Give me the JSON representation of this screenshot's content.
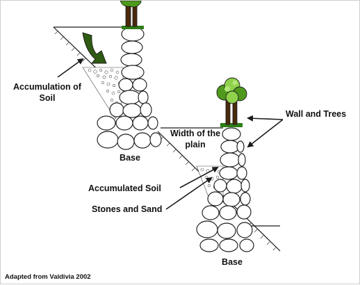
{
  "labels": {
    "accumulation_of_soil": "Accumulation of\nSoil",
    "base_upper": "Base",
    "width_of_plain": "Width of the\nplain",
    "wall_and_trees": "Wall and Trees",
    "accumulated_soil": "Accumulated Soil",
    "stones_and_sand": "Stones and Sand",
    "base_lower": "Base",
    "credit": "Adapted from Valdivia 2002"
  },
  "colors": {
    "arrow_fill": "#2f5a12",
    "tree_leaf_light": "#8fd14a",
    "tree_leaf_mid": "#4f9a1c",
    "tree_leaf_dark": "#2f6b12",
    "tree_trunk": "#4a2a0c",
    "grass": "#2e7d16",
    "line": "#1a1a1a"
  },
  "icons": {
    "flow_arrow": "curved-arrow-icon",
    "tree": "tree-icon"
  }
}
